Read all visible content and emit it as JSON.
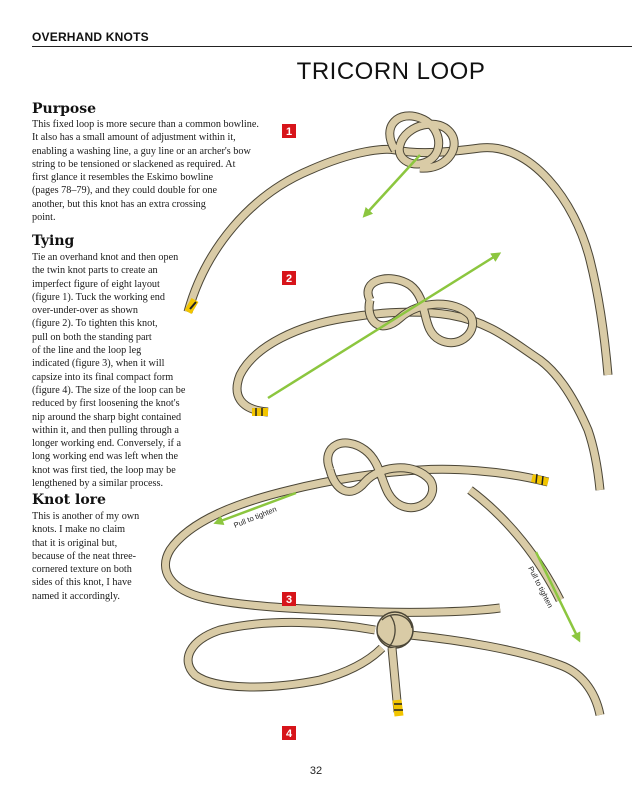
{
  "header": {
    "section": "OVERHAND KNOTS"
  },
  "title": "TRICORN LOOP",
  "purpose": {
    "heading": "Purpose",
    "lines": [
      "This fixed loop is more secure than a common bowline.",
      "It also has a small amount of adjustment within it,",
      "enabling a washing line, a guy line or an archer's bow",
      "string to be tensioned or slackened as required. At",
      "first glance it resembles the Eskimo bowline",
      "(pages 78–79), and they could double for one",
      "another, but this knot has an extra crossing",
      "point."
    ]
  },
  "tying": {
    "heading": "Tying",
    "lines": [
      "Tie an overhand knot and then open",
      "the twin knot parts to create an",
      "imperfect figure of eight layout",
      "(figure 1). Tuck the working end",
      "over-under-over as shown",
      "(figure 2). To tighten this knot,",
      "pull on both the standing part",
      "of the line and the loop leg",
      "indicated (figure 3), when it will",
      "capsize into its final compact form",
      "(figure 4). The size of the loop can be",
      "reduced by first loosening the knot's",
      "nip around the sharp bight contained",
      "within it, and then pulling through a",
      "longer working end. Conversely, if a",
      "long working end was left when the",
      "knot was first tied, the loop may be",
      "lengthened by a similar process."
    ]
  },
  "knot_lore": {
    "heading": "Knot lore",
    "lines": [
      "This is another of my own",
      "knots. I make no claim",
      "that it is original but,",
      "because of the neat three-",
      "cornered texture on both",
      "sides of this knot, I have",
      "named it accordingly."
    ]
  },
  "figures": {
    "badges": [
      "1",
      "2",
      "3",
      "4"
    ],
    "arrow_labels": {
      "left": "Pull to tighten",
      "right": "Pull to tighten"
    }
  },
  "colors": {
    "rope": "#d9cba6",
    "rope_outline": "#4a4536",
    "badge": "#d7141a",
    "arrow": "#8cc63f",
    "whipping": "#f2c500"
  },
  "page_number": "32"
}
